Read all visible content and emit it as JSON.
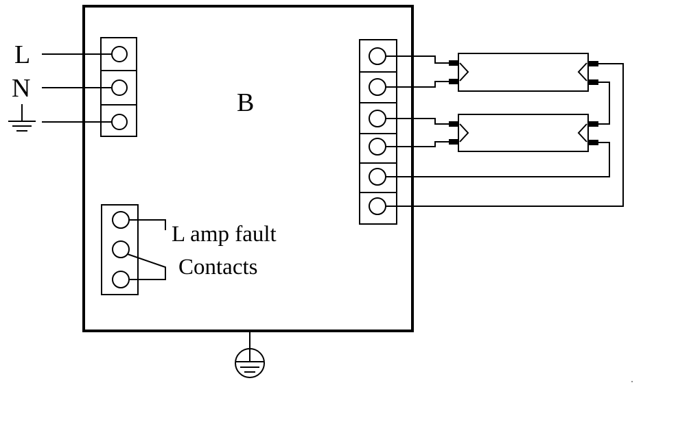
{
  "colors": {
    "line": "#000000",
    "background": "#ffffff"
  },
  "box_label": "B",
  "input_terminals": [
    "L",
    "N"
  ],
  "lamp_fault_label_line1": "L amp fault",
  "lamp_fault_label_line2": "Contacts",
  "icons": [
    "ground-icon",
    "chassis-ground-icon"
  ]
}
